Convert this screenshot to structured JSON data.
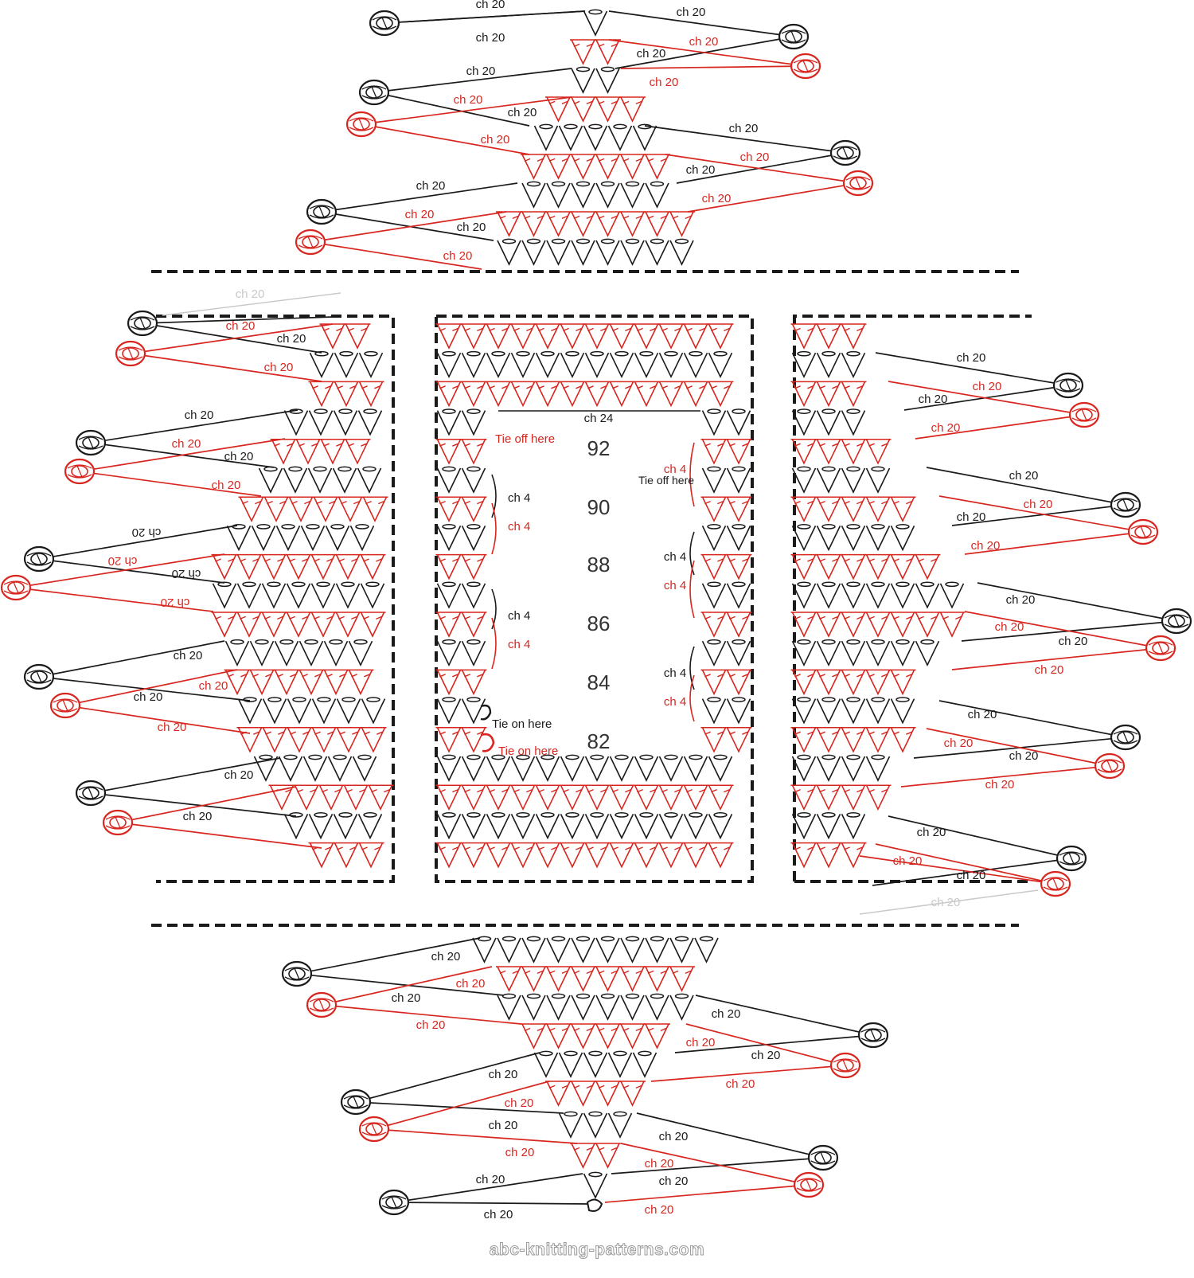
{
  "colors": {
    "dark": "#1a1a1a",
    "accent": "#d8261f",
    "faint": "#c9c9c9"
  },
  "labels": {
    "chain": "ch 20",
    "chain_short": "ch 4",
    "chain_mid": "ch 24",
    "tie_off": "Tie off here",
    "tie_on": "Tie on here"
  },
  "round_numbers": [
    "92",
    "90",
    "88",
    "86",
    "84",
    "82"
  ],
  "watermark": "abc-knitting-patterns.com"
}
